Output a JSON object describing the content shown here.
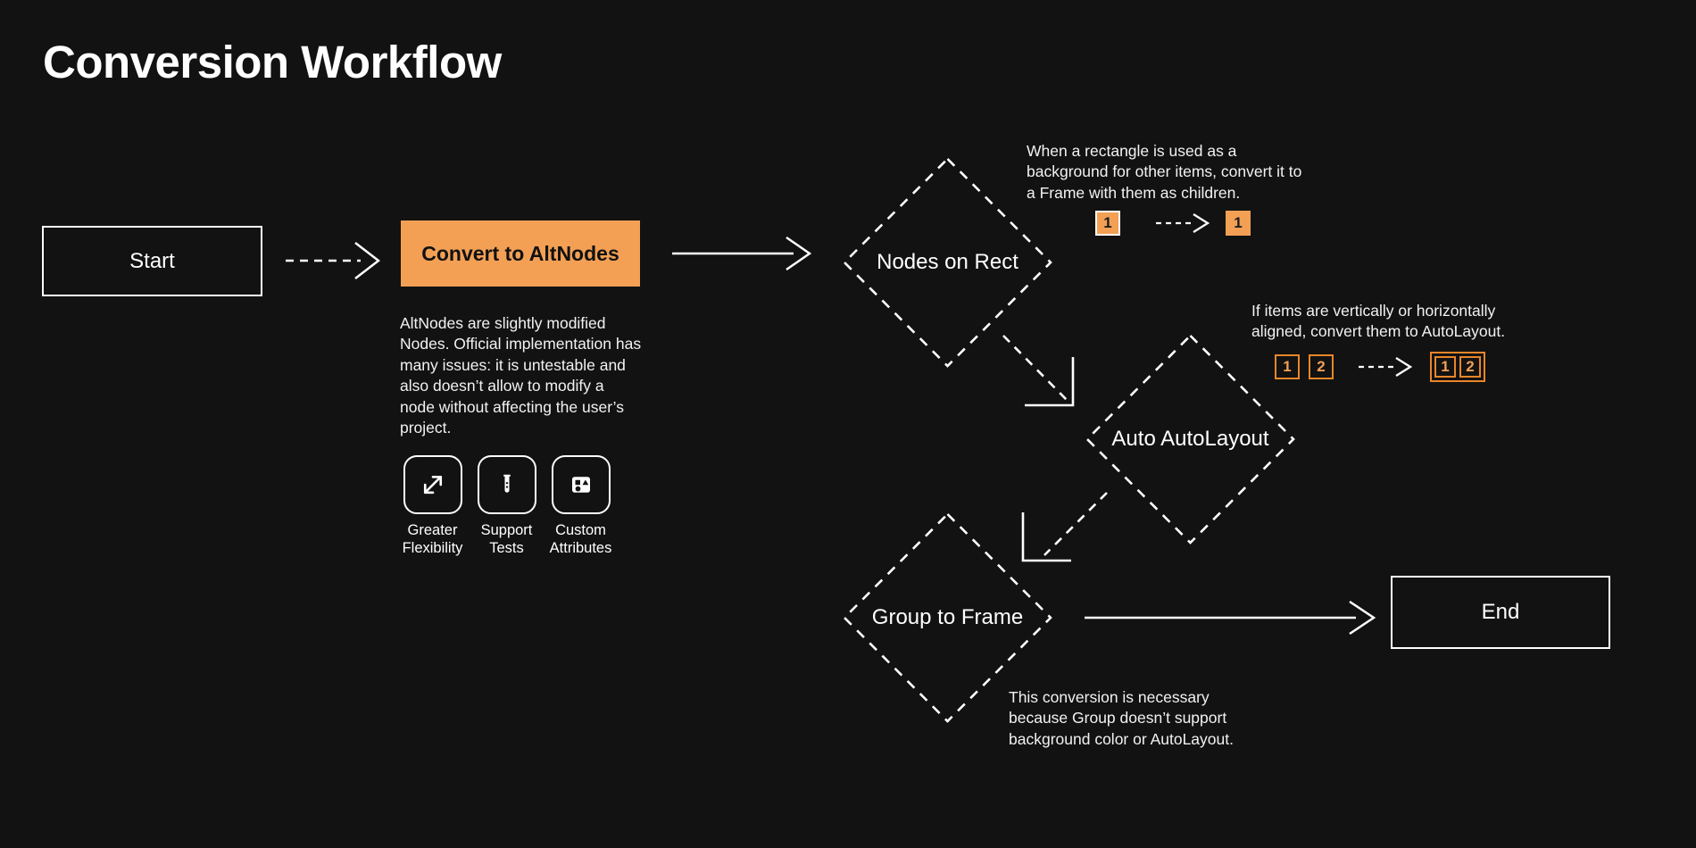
{
  "page": {
    "title": "Conversion Workflow",
    "background_color": "#121212",
    "accent_color": "#F3A055",
    "accent_outline_color": "#E8862A",
    "text_color": "#FFFFFF"
  },
  "nodes": {
    "start": {
      "label": "Start",
      "shape": "rectangle"
    },
    "convert": {
      "label": "Convert to AltNodes",
      "shape": "rectangle-filled"
    },
    "nodes_on_rect": {
      "label": "Nodes on Rect",
      "shape": "diamond-dashed"
    },
    "auto_autolayout": {
      "label": "Auto AutoLayout",
      "shape": "diamond-dashed"
    },
    "group_to_frame": {
      "label": "Group to Frame",
      "shape": "diamond-dashed"
    },
    "end": {
      "label": "End",
      "shape": "rectangle"
    }
  },
  "convert_detail": {
    "description": "AltNodes are slightly modified Nodes. Official implementation has many issues: it is untestable and also doesn’t allow to modify a node without affecting the user’s project.",
    "features": [
      {
        "icon": "expand-arrows-icon",
        "label": "Greater Flexibility"
      },
      {
        "icon": "test-tube-icon",
        "label": "Support Tests"
      },
      {
        "icon": "shapes-attributes-icon",
        "label": "Custom Attributes"
      }
    ]
  },
  "annotations": {
    "nodes_on_rect": {
      "text": "When a rectangle is used as a background for other items, convert it to a Frame with them as children.",
      "before": [
        {
          "label": "1",
          "style": "solid-outlined"
        }
      ],
      "arrow": "dashed-arrow-right",
      "after": [
        {
          "label": "1",
          "style": "solid"
        }
      ]
    },
    "auto_autolayout": {
      "text": "If items are vertically or horizontally aligned, convert them to AutoLayout.",
      "before": [
        {
          "label": "1",
          "style": "outline"
        },
        {
          "label": "2",
          "style": "outline"
        }
      ],
      "arrow": "dashed-arrow-right",
      "after_group": {
        "grouped": true,
        "items": [
          {
            "label": "1",
            "style": "outline"
          },
          {
            "label": "2",
            "style": "outline"
          }
        ]
      }
    },
    "group_to_frame": {
      "text": "This conversion is necessary because Group doesn’t support background color or AutoLayout."
    }
  },
  "connectors": [
    {
      "from": "start",
      "to": "convert",
      "style": "dashed",
      "direction": "right"
    },
    {
      "from": "convert",
      "to": "nodes_on_rect",
      "style": "solid",
      "direction": "right"
    },
    {
      "from": "nodes_on_rect",
      "to": "auto_autolayout",
      "style": "dashed",
      "direction": "down-right"
    },
    {
      "from": "auto_autolayout",
      "to": "group_to_frame",
      "style": "dashed",
      "direction": "down-left"
    },
    {
      "from": "group_to_frame",
      "to": "end",
      "style": "solid",
      "direction": "right"
    }
  ]
}
